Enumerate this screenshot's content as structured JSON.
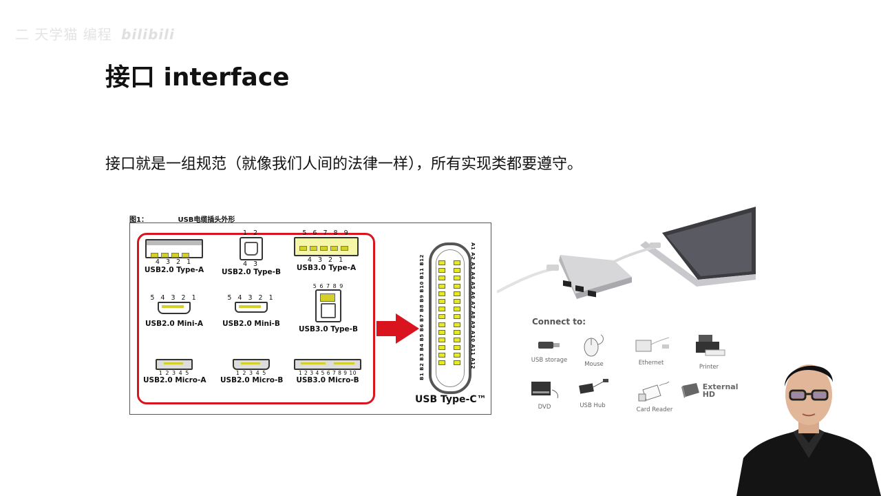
{
  "watermark": {
    "text": "二 天学猫 编程",
    "brand": "bilibili"
  },
  "slide": {
    "title": "接口 interface",
    "body": "接口就是一组规范（就像我们人间的法律一样），所有实现类都要遵守。"
  },
  "usb_figure": {
    "caption_num": "图1：",
    "caption_text": "USB电缆插头外形",
    "connectors": [
      {
        "label": "USB2.0 Type-A",
        "pins": "4 3 2 1"
      },
      {
        "label": "USB2.0 Type-B",
        "pins_top": "1 2",
        "pins_bottom": "4 3"
      },
      {
        "label": "USB3.0 Type-A",
        "pins_top": "5 6 7 8 9",
        "pins_bottom": "4 3 2 1"
      },
      {
        "label": "USB2.0 Mini-A",
        "pins": "5 4 3 2 1"
      },
      {
        "label": "USB2.0 Mini-B",
        "pins": "5 4 3 2 1"
      },
      {
        "label": "USB3.0 Type-B",
        "pins": "5 6 7 8 9"
      },
      {
        "label": "USB2.0 Micro-A",
        "pins": "1 2 3 4 5"
      },
      {
        "label": "USB2.0 Micro-B",
        "pins": "1 2 3 4 5"
      },
      {
        "label": "USB3.0 Micro-B",
        "pins": "1 2 3 4 5   6 7 8 9 10"
      }
    ],
    "typec_left_pins": "B1 B2 B3 B4 B5 B6 B7 B8 B9 B10 B11 B12",
    "typec_right_pins": "A1 A2 A3 A4 A5 A6 A7 A8 A9 A10 A11 A12",
    "typec_name": "USB Type-C™"
  },
  "connect": {
    "title": "Connect to:",
    "devices": [
      {
        "name": "USB storage",
        "icon": "usb-stick-icon"
      },
      {
        "name": "Mouse",
        "icon": "mouse-icon"
      },
      {
        "name": "Ethernet",
        "icon": "ethernet-icon"
      },
      {
        "name": "Printer",
        "icon": "printer-icon"
      },
      {
        "name": "DVD",
        "icon": "dvd-icon"
      },
      {
        "name": "USB Hub",
        "icon": "usb-hub-icon"
      },
      {
        "name": "Card Reader",
        "icon": "card-reader-icon"
      },
      {
        "name": "External HD",
        "icon": "external-hd-icon"
      }
    ]
  },
  "colors": {
    "usb_red": "#d9141f",
    "pin_gold": "#d4d02a",
    "typec_pin": "#e6ea25"
  }
}
